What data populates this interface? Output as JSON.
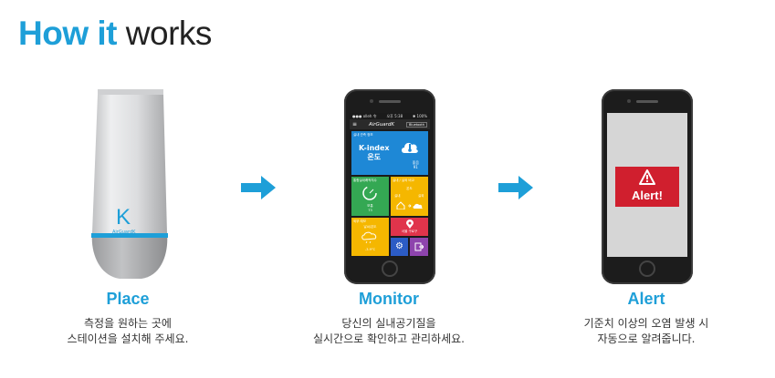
{
  "title": {
    "accent": "How it",
    "rest": "works"
  },
  "steps": [
    {
      "title": "Place",
      "desc_line1": "측정을 원하는 곳에",
      "desc_line2": "스테이션을 설치해 주세요."
    },
    {
      "title": "Monitor",
      "desc_line1": "당신의 실내공기질을",
      "desc_line2": "실시간으로 확인하고 관리하세요."
    },
    {
      "title": "Alert",
      "desc_line1": "기준치 이상의 오염 발생 시",
      "desc_line2": "자동으로 알려줍니다."
    }
  ],
  "device": {
    "letter": "K",
    "brand": "AirGuardK"
  },
  "monitor_app": {
    "status_left": "●●● olleh 令",
    "status_center": "오후 5:38",
    "status_right": "✱ 100%",
    "brand": "AirGuardK",
    "bluetooth": "Bluetooth",
    "tile1_label": "실내 관측 정보",
    "kindex_line1": "K-index",
    "kindex_line2": "온도",
    "kindex_val1": "좋음",
    "kindex_val2": "91",
    "tile2_label": "통합실내쾌적지수",
    "tile2_val1": "보통",
    "tile2_val2": "73",
    "tile3_label": "실내 / 실외 비교",
    "tile3_center": "온도",
    "tile3_left": "실내",
    "tile3_right": "실외",
    "tile4_label": "외부 예보",
    "tile4_center": "날씨/온도",
    "tile4_temp": "-3.9°C",
    "tile5_label": "서울 구로구"
  },
  "alert_text": "Alert!",
  "colors": {
    "accent": "#1e9fd8",
    "arrow": "#1e9fd8",
    "alert_red": "#d01f2e"
  }
}
